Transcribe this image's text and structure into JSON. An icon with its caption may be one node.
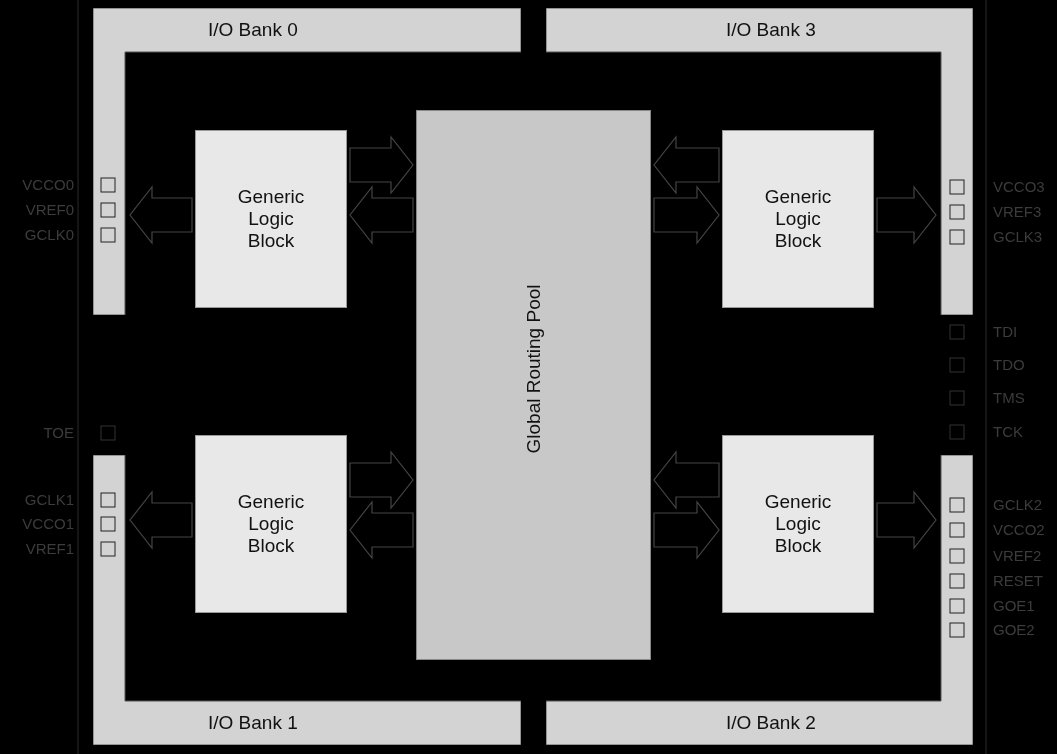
{
  "diagram": {
    "nodes": [
      {
        "text": [
          "I/O Bank 0"
        ]
      },
      {
        "text": [
          "I/O Bank 3"
        ]
      },
      {
        "text": [
          "Generic Logic Block"
        ]
      },
      {
        "text": [
          "Global Routing Pool"
        ]
      },
      {
        "text": [
          "Generic Logic Block"
        ]
      },
      {
        "text": [
          "Generic Logic Block"
        ]
      },
      {
        "text": [
          "Generic Logic Block"
        ]
      },
      {
        "text": [
          "I/O Bank 1"
        ]
      },
      {
        "text": [
          "I/O Bank 2"
        ]
      }
    ],
    "edges": [
      {
        "from": 2,
        "to": 3,
        "arrow": "to"
      },
      {
        "from": 3,
        "to": 2,
        "arrow": "to"
      },
      {
        "from": 2,
        "to": 0,
        "arrow": "to"
      },
      {
        "from": 4,
        "to": 3,
        "arrow": "to"
      },
      {
        "from": 3,
        "to": 4,
        "arrow": "to"
      },
      {
        "from": 4,
        "to": 1,
        "arrow": "to"
      },
      {
        "from": 5,
        "to": 3,
        "arrow": "to"
      },
      {
        "from": 3,
        "to": 5,
        "arrow": "to"
      },
      {
        "from": 5,
        "to": 7,
        "arrow": "to"
      },
      {
        "from": 6,
        "to": 3,
        "arrow": "to"
      },
      {
        "from": 3,
        "to": 6,
        "arrow": "to"
      },
      {
        "from": 6,
        "to": 8,
        "arrow": "to"
      }
    ],
    "labels": [
      "VCCO0",
      "VREF0",
      "GCLK0",
      "TOE",
      "GCLK1",
      "VCCO1",
      "VREF1",
      "VCCO3",
      "VREF3",
      "GCLK3",
      "TDI",
      "TDO",
      "TMS",
      "TCK",
      "GCLK2",
      "VCCO2",
      "VREF2",
      "RESET",
      "GOE1",
      "GOE2"
    ]
  }
}
